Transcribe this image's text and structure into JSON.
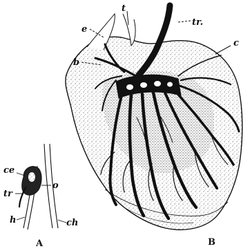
{
  "figure_b": {
    "labels": {
      "t": "t",
      "tr": "tr.",
      "e": "e",
      "b": "b",
      "c": "c",
      "panel": "B"
    }
  },
  "figure_a": {
    "labels": {
      "ce": "ce",
      "o": "o",
      "tr": "tr",
      "h": "h",
      "ch": "ch",
      "panel": "A"
    }
  },
  "colors": {
    "ink": "#111111",
    "paper": "#ffffff",
    "stipple": "#555555"
  }
}
